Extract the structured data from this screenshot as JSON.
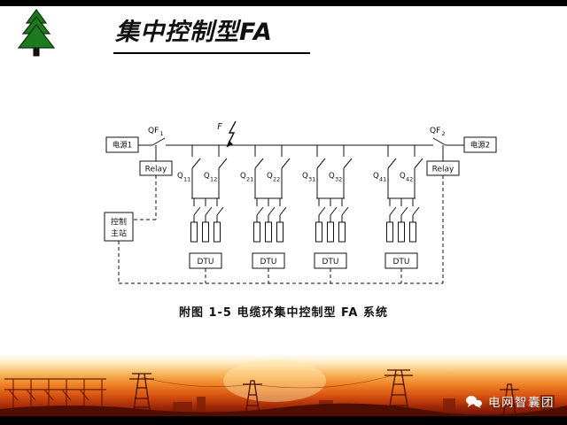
{
  "header": {
    "title": "集中控制型FA"
  },
  "diagram": {
    "source_left": "电源1",
    "source_right": "电源2",
    "breaker_left": {
      "main": "QF",
      "sub": "1"
    },
    "breaker_right": {
      "main": "QF",
      "sub": "2"
    },
    "fault_label": "F",
    "relay_left": "Relay",
    "relay_right": "Relay",
    "control_station": {
      "line1": "控制",
      "line2": "主站"
    },
    "switch_labels": [
      {
        "main": "Q",
        "sub": "11"
      },
      {
        "main": "Q",
        "sub": "12"
      },
      {
        "main": "Q",
        "sub": "21"
      },
      {
        "main": "Q",
        "sub": "22"
      },
      {
        "main": "Q",
        "sub": "31"
      },
      {
        "main": "Q",
        "sub": "32"
      },
      {
        "main": "Q",
        "sub": "41"
      },
      {
        "main": "Q",
        "sub": "42"
      }
    ],
    "dtu_labels": [
      "DTU",
      "DTU",
      "DTU",
      "DTU"
    ]
  },
  "caption": "附图 1-5  电缆环集中控制型 FA 系统",
  "footer": {
    "brand": "电网智囊团"
  },
  "colors": {
    "bar_black": "#000000",
    "tree_green": "#1e7a1e",
    "sunset_orange": "#ee7f22",
    "sunset_deep": "#64120a",
    "line_black": "#111111"
  }
}
